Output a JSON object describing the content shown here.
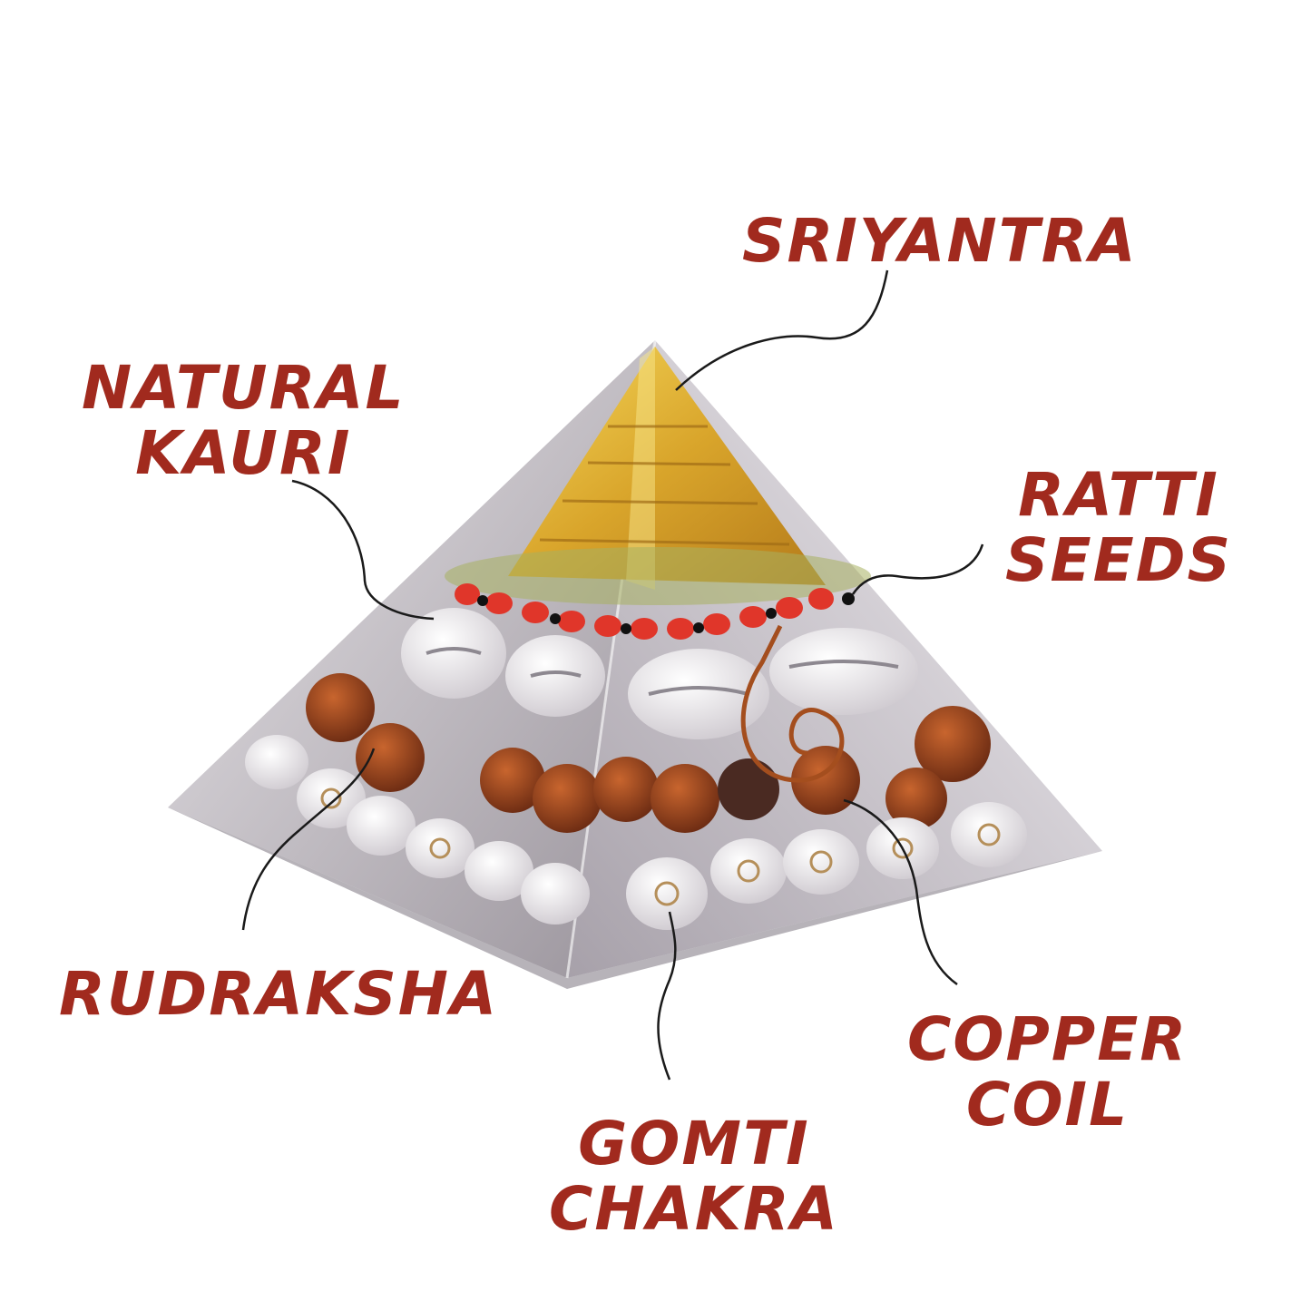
{
  "colors": {
    "label": "#a12a1e",
    "leader_line": "#1a1a1a",
    "background": "#ffffff"
  },
  "callouts": {
    "sriyantra": {
      "lines": [
        "SRIYANTRA"
      ]
    },
    "natural_kauri": {
      "lines": [
        "NATURAL",
        "KAURI"
      ]
    },
    "ratti_seeds": {
      "lines": [
        "RATTI",
        "SEEDS"
      ]
    },
    "rudraksha": {
      "lines": [
        "RUDRAKSHA"
      ]
    },
    "copper_coil": {
      "lines": [
        "COPPER",
        "COIL"
      ]
    },
    "gomti_chakra": {
      "lines": [
        "GOMTI",
        "CHAKRA"
      ]
    }
  }
}
